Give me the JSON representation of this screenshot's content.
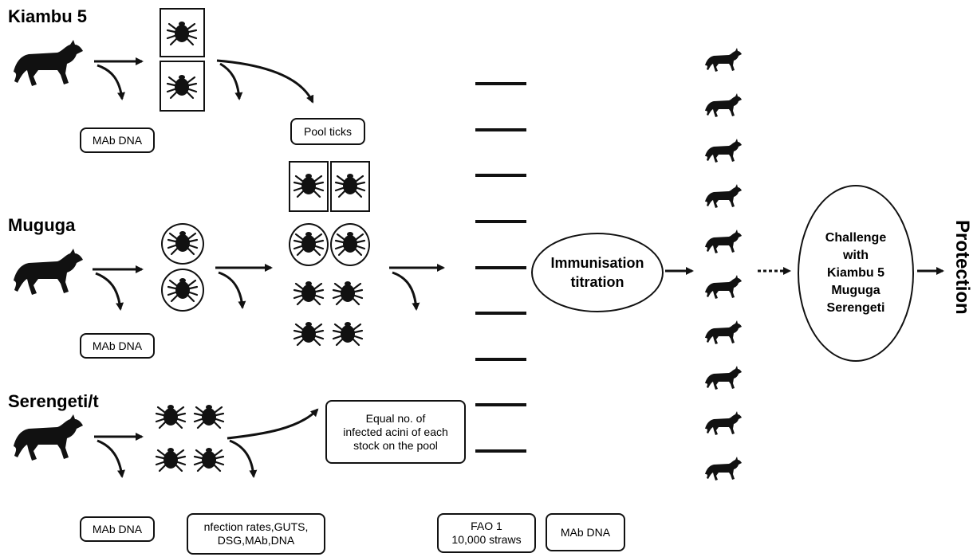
{
  "stocks": {
    "kiambu": "Kiambu 5",
    "muguga": "Muguga",
    "serengeti": "Serengeti/t"
  },
  "boxes": {
    "mab_dna_1": "MAb DNA",
    "mab_dna_2": "MAb DNA",
    "mab_dna_3": "MAb DNA",
    "pool_ticks": "Pool ticks",
    "equal_pool": [
      "Equal no. of",
      "infected acini of each",
      "stock on the pool"
    ],
    "infection_rates": [
      "nfection rates,GUTS,",
      "DSG,MAb,DNA"
    ],
    "fao": [
      "FAO 1",
      "10,000 straws"
    ],
    "mab_dna_4": "MAb DNA"
  },
  "immunisation": [
    "Immunisation",
    "titration"
  ],
  "challenge": [
    "Challenge",
    "with",
    "Kiambu 5",
    "Muguga",
    "Serengeti"
  ],
  "outcome": "Protection",
  "colors": {
    "ink": "#111111",
    "background": "#ffffff"
  }
}
